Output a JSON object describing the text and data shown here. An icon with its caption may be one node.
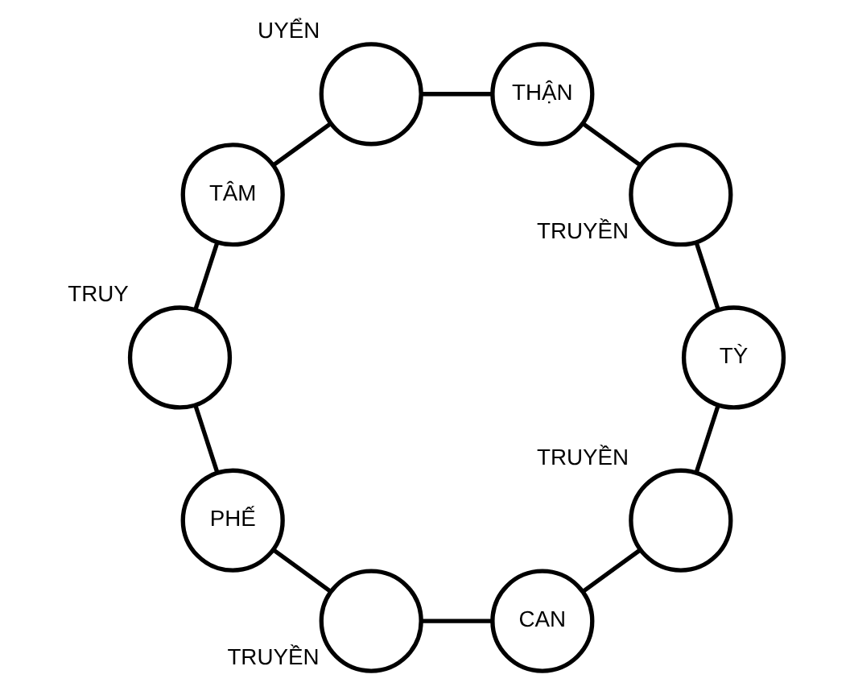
{
  "diagram": {
    "nodes": [
      {
        "text": [],
        "shape": "circle",
        "beside": [
          "TRUYỀN"
        ]
      },
      {
        "text": [],
        "shape": "circle",
        "beside": [
          "UYỂN"
        ]
      },
      {
        "text": [
          "TÂM"
        ]
      },
      {
        "text": [],
        "shape": "circle",
        "beside": [
          "TRUY"
        ]
      },
      {
        "text": [
          "CAN"
        ]
      },
      {
        "text": [
          "TỲ"
        ]
      },
      {
        "text": [
          "THẬN"
        ]
      },
      {
        "text": [
          "PHẾ"
        ]
      },
      {
        "text": [],
        "shape": "circle",
        "beside": [
          "TRUYỀN"
        ]
      },
      {
        "text": [],
        "shape": "circle",
        "beside": [
          "TRUYỀN"
        ]
      }
    ],
    "edges": [
      {
        "from": 0,
        "to": 4,
        "arrow": "none"
      },
      {
        "from": 0,
        "to": 5,
        "arrow": "none"
      },
      {
        "from": 1,
        "to": 2,
        "arrow": "none"
      },
      {
        "from": 1,
        "to": 6,
        "arrow": "none"
      },
      {
        "from": 3,
        "to": 2,
        "arrow": "none"
      },
      {
        "from": 3,
        "to": 7,
        "arrow": "none"
      },
      {
        "from": 8,
        "to": 4,
        "arrow": "none"
      },
      {
        "from": 8,
        "to": 7,
        "arrow": "none"
      },
      {
        "from": 9,
        "to": 5,
        "arrow": "none"
      },
      {
        "from": 9,
        "to": 6,
        "arrow": "none"
      }
    ]
  }
}
